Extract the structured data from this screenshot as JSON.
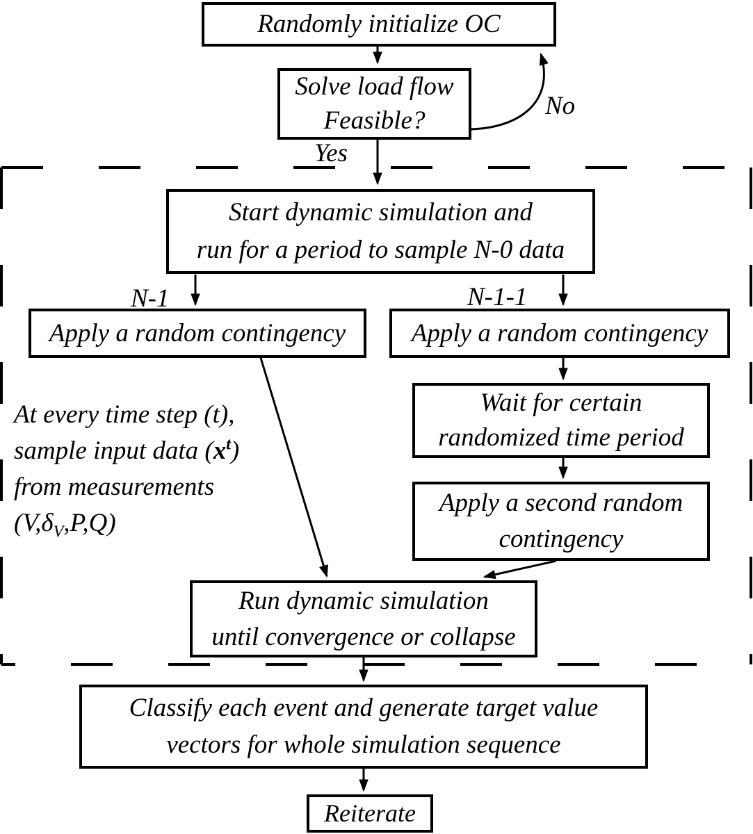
{
  "colors": {
    "ink": "#000000",
    "background": "#ffffff"
  },
  "nodes": {
    "init": {
      "label": "Randomly initialize OC"
    },
    "feasible": {
      "lines": [
        "Solve load flow",
        "Feasible?"
      ]
    },
    "start": {
      "lines": [
        "Start dynamic simulation and",
        "run for a period to sample N-0 data"
      ]
    },
    "apply_left": {
      "label": "Apply a random contingency"
    },
    "apply_right": {
      "label": "Apply a random contingency"
    },
    "wait": {
      "lines": [
        "Wait for certain",
        "randomized time period"
      ]
    },
    "apply_second": {
      "lines": [
        "Apply a second random",
        "contingency"
      ]
    },
    "run": {
      "lines": [
        "Run dynamic simulation",
        "until convergence or collapse"
      ]
    },
    "classify": {
      "lines": [
        "Classify each event and generate target value",
        "vectors for whole simulation sequence"
      ]
    },
    "reiterate": {
      "label": "Reiterate"
    }
  },
  "edge_labels": {
    "yes": "Yes",
    "no": "No",
    "n_minus_1": "N-1",
    "n_minus_1_1": "N-1-1"
  },
  "side_note": {
    "line1": "At every time step (t),",
    "line2": {
      "prefix": "sample input data (",
      "variable": "x",
      "superscript": "t",
      "suffix": ")"
    },
    "line3": "from measurements",
    "line4": {
      "prefix": "(V,",
      "variable": "δ",
      "subscript": "V",
      "suffix": ",P,Q)"
    }
  }
}
